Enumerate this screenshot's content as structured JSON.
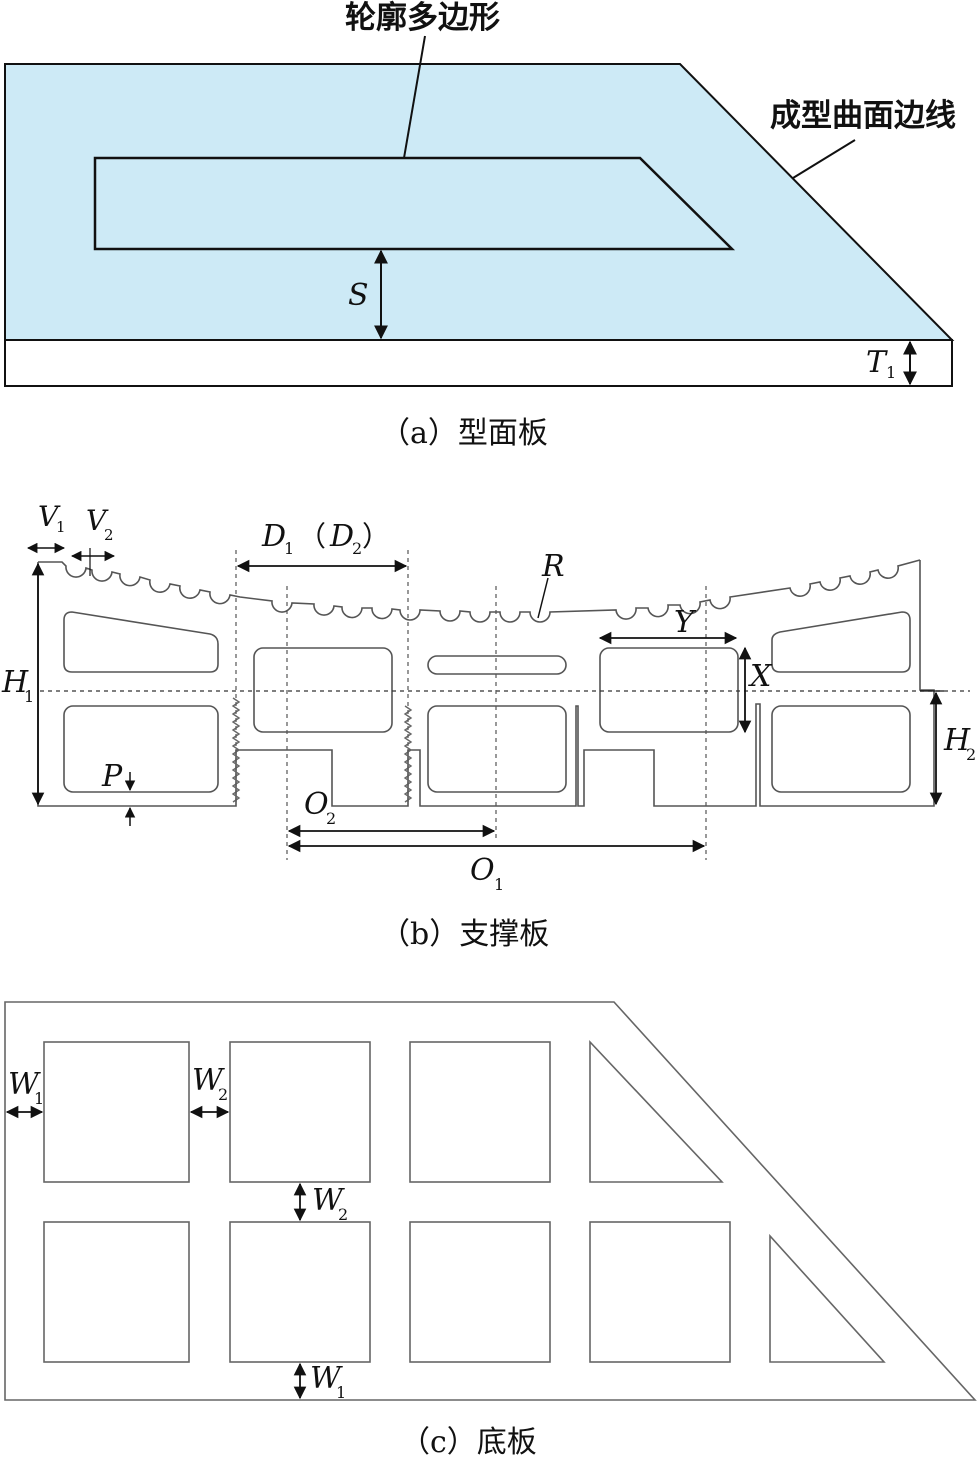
{
  "panel_a": {
    "callout_contour": "轮廓多边形",
    "callout_surface_edge": "成型曲面边线",
    "label_s": "S",
    "label_t": "T",
    "label_t_sub": "1",
    "caption": "（a）型面板",
    "colors": {
      "fill": "#cdeaf6",
      "stroke": "#111111"
    }
  },
  "panel_b": {
    "label_v1": "V",
    "label_v1_sub": "1",
    "label_v2": "V",
    "label_v2_sub": "2",
    "label_d1": "D",
    "label_d1_sub": "1",
    "label_d2_open": "（",
    "label_d2": "D",
    "label_d2_sub": "2",
    "label_d2_close": "）",
    "label_r": "R",
    "label_y": "Y",
    "label_x": "X",
    "label_h1": "H",
    "label_h1_sub": "1",
    "label_h2": "H",
    "label_h2_sub": "2",
    "label_p": "P",
    "label_o2": "O",
    "label_o2_sub": "2",
    "label_o1": "O",
    "label_o1_sub": "1",
    "caption": "（b）支撑板"
  },
  "panel_c": {
    "label_w1_left": "W",
    "label_w1_left_sub": "1",
    "label_w2_mid": "W",
    "label_w2_mid_sub": "2",
    "label_w2_vert": "W",
    "label_w2_vert_sub": "2",
    "label_w1_bottom": "W",
    "label_w1_bottom_sub": "1",
    "caption": "（c）底板"
  }
}
